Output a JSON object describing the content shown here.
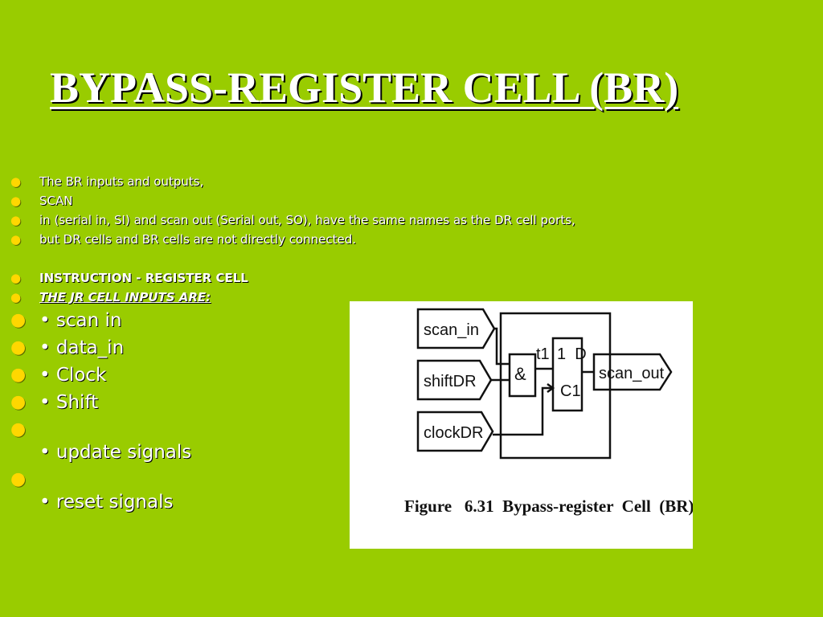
{
  "slide": {
    "title": "BYPASS-REGISTER CELL (BR)",
    "bullets_small": [
      "The BR inputs and outputs,",
      "SCAN",
      "in (serial in, SI) and scan out (Serial out, SO), have the same names as the DR cell ports,",
      "but DR cells and BR cells are not directly connected."
    ],
    "heading_instruction": "INSTRUCTION - REGISTER CELL",
    "heading_inputs": "THE JR CELL INPUTS ARE:",
    "bullets_large": [
      "• scan in",
      "• data_in",
      "• Clock",
      "• Shift",
      "",
      "• update signals",
      "",
      "• reset signals"
    ],
    "colors": {
      "background": "#99cc00",
      "text": "#ffffff",
      "bullet": "#ffd700"
    }
  },
  "figure": {
    "inputs": [
      "scan_in",
      "shiftDR",
      "clockDR"
    ],
    "gate_label": "&",
    "wire_label": "t1",
    "ff_d_label": "1  D",
    "ff_c_label": "C1",
    "output": "scan_out",
    "caption": "Figure   6.31  Bypass-register  Cell  (BR)"
  }
}
